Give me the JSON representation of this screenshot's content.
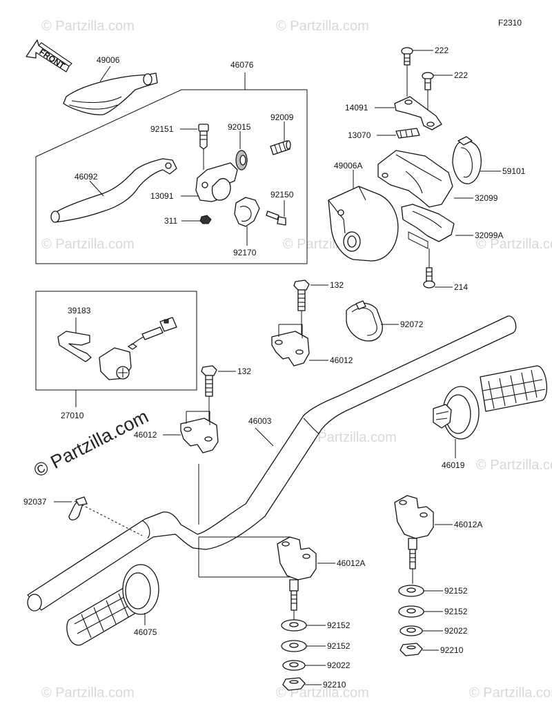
{
  "figure_code": "F2310",
  "direction_label": "FRONT",
  "watermark": "© Partzilla.com",
  "callouts": [
    {
      "id": "49006",
      "label": "49006"
    },
    {
      "id": "46076",
      "label": "46076"
    },
    {
      "id": "92151",
      "label": "92151"
    },
    {
      "id": "92015",
      "label": "92015"
    },
    {
      "id": "92009",
      "label": "92009"
    },
    {
      "id": "46092",
      "label": "46092"
    },
    {
      "id": "13091",
      "label": "13091"
    },
    {
      "id": "92150",
      "label": "92150"
    },
    {
      "id": "311",
      "label": "311"
    },
    {
      "id": "92170",
      "label": "92170"
    },
    {
      "id": "222a",
      "label": "222"
    },
    {
      "id": "222b",
      "label": "222"
    },
    {
      "id": "14091",
      "label": "14091"
    },
    {
      "id": "13070",
      "label": "13070"
    },
    {
      "id": "49006A",
      "label": "49006A"
    },
    {
      "id": "59101",
      "label": "59101"
    },
    {
      "id": "32099",
      "label": "32099"
    },
    {
      "id": "32099A",
      "label": "32099A"
    },
    {
      "id": "214",
      "label": "214"
    },
    {
      "id": "39183",
      "label": "39183"
    },
    {
      "id": "27010",
      "label": "27010"
    },
    {
      "id": "132a",
      "label": "132"
    },
    {
      "id": "132b",
      "label": "132"
    },
    {
      "id": "92072",
      "label": "92072"
    },
    {
      "id": "46012a",
      "label": "46012"
    },
    {
      "id": "46012b",
      "label": "46012"
    },
    {
      "id": "46003",
      "label": "46003"
    },
    {
      "id": "46019",
      "label": "46019"
    },
    {
      "id": "92037",
      "label": "92037"
    },
    {
      "id": "46012Aa",
      "label": "46012A"
    },
    {
      "id": "46012Ab",
      "label": "46012A"
    },
    {
      "id": "46075",
      "label": "46075"
    },
    {
      "id": "92152a",
      "label": "92152"
    },
    {
      "id": "92152b",
      "label": "92152"
    },
    {
      "id": "92022a",
      "label": "92022"
    },
    {
      "id": "92210a",
      "label": "92210"
    },
    {
      "id": "92152c",
      "label": "92152"
    },
    {
      "id": "92152d",
      "label": "92152"
    },
    {
      "id": "92022b",
      "label": "92022"
    },
    {
      "id": "92210b",
      "label": "92210"
    }
  ]
}
